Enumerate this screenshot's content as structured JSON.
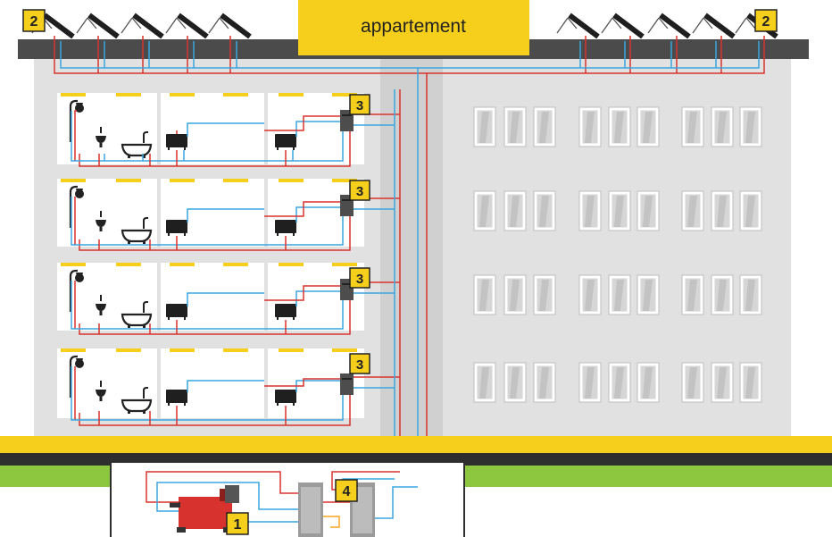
{
  "title": "appartement",
  "colors": {
    "yellow": "#f5cf1c",
    "building": "#e2e1e1",
    "roof": "#4b4b4b",
    "hot_pipe": "#d8322e",
    "cold_pipe": "#3aa6e0",
    "grass": "#8dc63f",
    "boiler": "#d8322e"
  },
  "badges": {
    "boiler": "1",
    "solar_left": "2",
    "solar_right": "2",
    "floor_1": "3",
    "floor_2": "3",
    "floor_3": "3",
    "floor_4": "3",
    "storage": "4"
  }
}
